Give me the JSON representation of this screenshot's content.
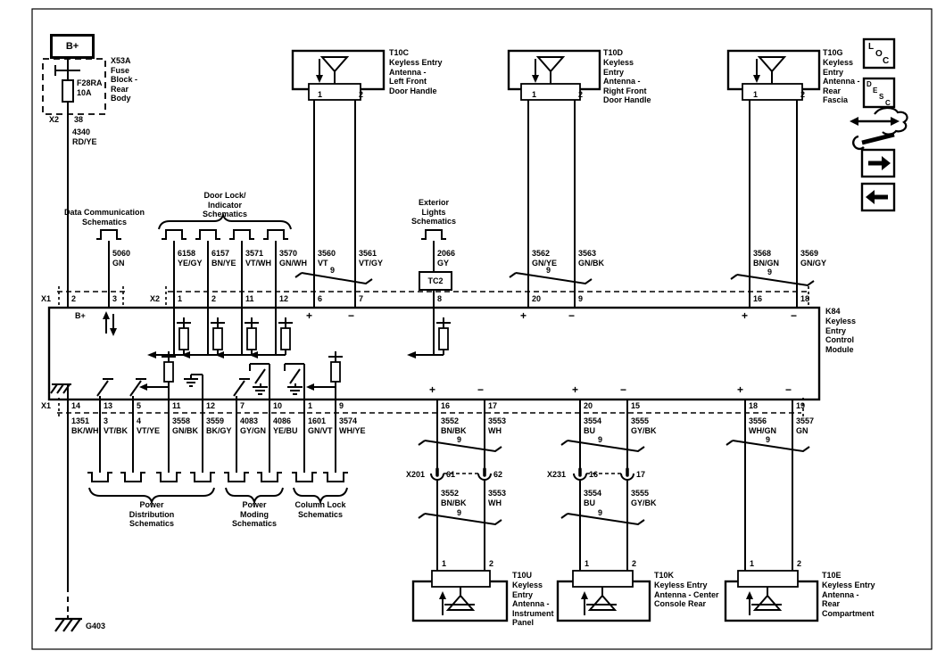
{
  "power": {
    "battery": "B+",
    "block_id_name": "X53A\nFuse\nBlock -\nRear\nBody",
    "fuse": "F28RA\n10A",
    "connector": "X2",
    "pin": "38"
  },
  "module": {
    "id": "K84",
    "name": "Keyless\nEntry\nControl\nModule",
    "bplus": "B+"
  },
  "connectors": {
    "x1_top": {
      "label": "X1",
      "pins": [
        "2",
        "3"
      ]
    },
    "x2_top": {
      "label": "X2",
      "pins": [
        "1",
        "2",
        "11",
        "12",
        "6",
        "7",
        "8",
        "20",
        "9",
        "16",
        "18"
      ]
    },
    "x1_bottom": {
      "label": "X1",
      "pins": [
        "14",
        "13",
        "5",
        "11",
        "12",
        "7",
        "10",
        "1",
        "9",
        "16",
        "17",
        "20",
        "15",
        "18",
        "19"
      ]
    }
  },
  "wires_top": [
    {
      "circuit": "5060",
      "color": "GN"
    },
    {
      "circuit": "6158",
      "color": "YE/GY"
    },
    {
      "circuit": "6157",
      "color": "BN/YE"
    },
    {
      "circuit": "3571",
      "color": "VT/WH"
    },
    {
      "circuit": "3570",
      "color": "GN/WH"
    },
    {
      "circuit": "3560",
      "color": "VT"
    },
    {
      "circuit": "3561",
      "color": "VT/GY"
    },
    {
      "circuit": "2066",
      "color": "GY"
    },
    {
      "circuit": "3562",
      "color": "GN/YE"
    },
    {
      "circuit": "3563",
      "color": "GN/BK"
    },
    {
      "circuit": "3568",
      "color": "BN/GN"
    },
    {
      "circuit": "3569",
      "color": "GN/GY"
    }
  ],
  "wire_feed": {
    "circuit": "4340",
    "color": "RD/YE"
  },
  "wires_bottom": [
    {
      "circuit": "1351",
      "color": "BK/WH"
    },
    {
      "circuit": "3",
      "color": "VT/BK"
    },
    {
      "circuit": "4",
      "color": "VT/YE"
    },
    {
      "circuit": "3558",
      "color": "GN/BK"
    },
    {
      "circuit": "3559",
      "color": "BK/GY"
    },
    {
      "circuit": "4083",
      "color": "GY/GN"
    },
    {
      "circuit": "4086",
      "color": "YE/BU"
    },
    {
      "circuit": "1601",
      "color": "GN/VT"
    },
    {
      "circuit": "3574",
      "color": "WH/YE"
    },
    {
      "circuit": "3552",
      "color": "BN/BK"
    },
    {
      "circuit": "3553",
      "color": "WH"
    },
    {
      "circuit": "3554",
      "color": "BU"
    },
    {
      "circuit": "3555",
      "color": "GY/BK"
    },
    {
      "circuit": "3556",
      "color": "WH/GN"
    },
    {
      "circuit": "3557",
      "color": "GN"
    }
  ],
  "wires_mid": [
    {
      "circuit": "3552",
      "color": "BN/BK"
    },
    {
      "circuit": "3553",
      "color": "WH"
    },
    {
      "circuit": "3554",
      "color": "BU"
    },
    {
      "circuit": "3555",
      "color": "GY/BK"
    }
  ],
  "antennas": [
    {
      "id": "T10C",
      "desc": "Keyless Entry\nAntenna -\nLeft Front\nDoor Handle",
      "pin1": "1",
      "pin2": "2"
    },
    {
      "id": "T10D",
      "desc": "Keyless\nEntry\nAntenna -\nRight Front\nDoor Handle",
      "pin1": "1",
      "pin2": "2"
    },
    {
      "id": "T10G",
      "desc": "Keyless\nEntry\nAntenna -\nRear\nFascia",
      "pin1": "1",
      "pin2": "2"
    },
    {
      "id": "T10U",
      "desc": "Keyless\nEntry\nAntenna -\nInstrument\nPanel",
      "pin1": "1",
      "pin2": "2"
    },
    {
      "id": "T10K",
      "desc": "Keyless Entry\nAntenna - Center\nConsole Rear",
      "pin1": "1",
      "pin2": "2"
    },
    {
      "id": "T10E",
      "desc": "Keyless Entry\nAntenna -\nRear\nCompartment",
      "pin1": "1",
      "pin2": "2"
    }
  ],
  "inline_connectors": [
    {
      "id": "X201",
      "pin1": "61",
      "pin2": "62"
    },
    {
      "id": "X231",
      "pin1": "16",
      "pin2": "17"
    }
  ],
  "refs": {
    "data_comm": "Data Communication\nSchematics",
    "door_lock": "Door Lock/\nIndicator\nSchematics",
    "ext_lights": "Exterior\nLights\nSchematics",
    "power_dist": "Power\nDistribution\nSchematics",
    "power_moding": "Power\nModing\nSchematics",
    "column_lock": "Column Lock\nSchematics"
  },
  "tc2": "TC2",
  "ground": "G403",
  "twist_note": "9",
  "plus": "+",
  "minus": "−",
  "sidebar": {
    "loc": [
      "L",
      "O",
      "C"
    ],
    "desc": [
      "D",
      "E",
      "S",
      "C"
    ]
  }
}
